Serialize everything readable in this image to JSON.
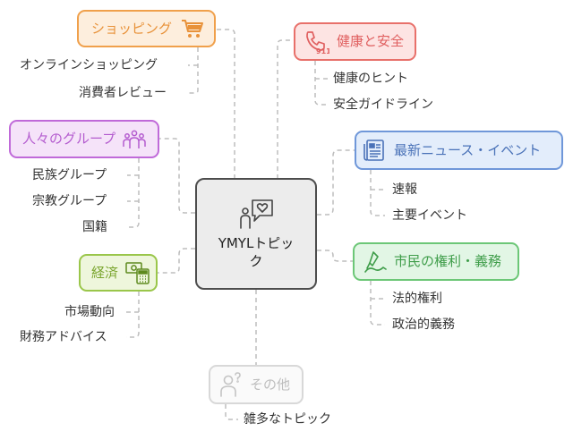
{
  "center": {
    "title_line1": "YMYLトピッ",
    "title_line2": "ク",
    "icon": "person-speech-heart-icon"
  },
  "colors": {
    "orange": "#f0a04b",
    "red": "#e8706a",
    "purple": "#c06ad9",
    "blue": "#6f97d9",
    "green": "#6cc777",
    "lime": "#9ac64a",
    "gray": "#c8c8c8",
    "center_border": "#4d4d4d"
  },
  "nodes": {
    "shopping": {
      "label": "ショッピング",
      "icon": "shopping-cart-icon",
      "children": [
        "オンラインショッピング",
        "消費者レビュー"
      ]
    },
    "health": {
      "label": "健康と安全",
      "icon": "phone-911-icon",
      "children": [
        "健康のヒント",
        "安全ガイドライン"
      ]
    },
    "groups": {
      "label": "人々のグループ",
      "icon": "people-group-icon",
      "children": [
        "民族グループ",
        "宗教グループ",
        "国籍"
      ]
    },
    "news": {
      "label": "最新ニュース・イベント",
      "icon": "newspaper-icon",
      "children": [
        "速報",
        "主要イベント"
      ]
    },
    "civic": {
      "label": "市民の権利・義務",
      "icon": "hand-pen-icon",
      "children": [
        "法的権利",
        "政治的義務"
      ]
    },
    "economy": {
      "label": "経済",
      "icon": "money-calculator-icon",
      "children": [
        "市場動向",
        "財務アドバイス"
      ]
    },
    "other": {
      "label": "その他",
      "icon": "person-question-icon",
      "children": [
        "雑多なトピック"
      ]
    }
  }
}
